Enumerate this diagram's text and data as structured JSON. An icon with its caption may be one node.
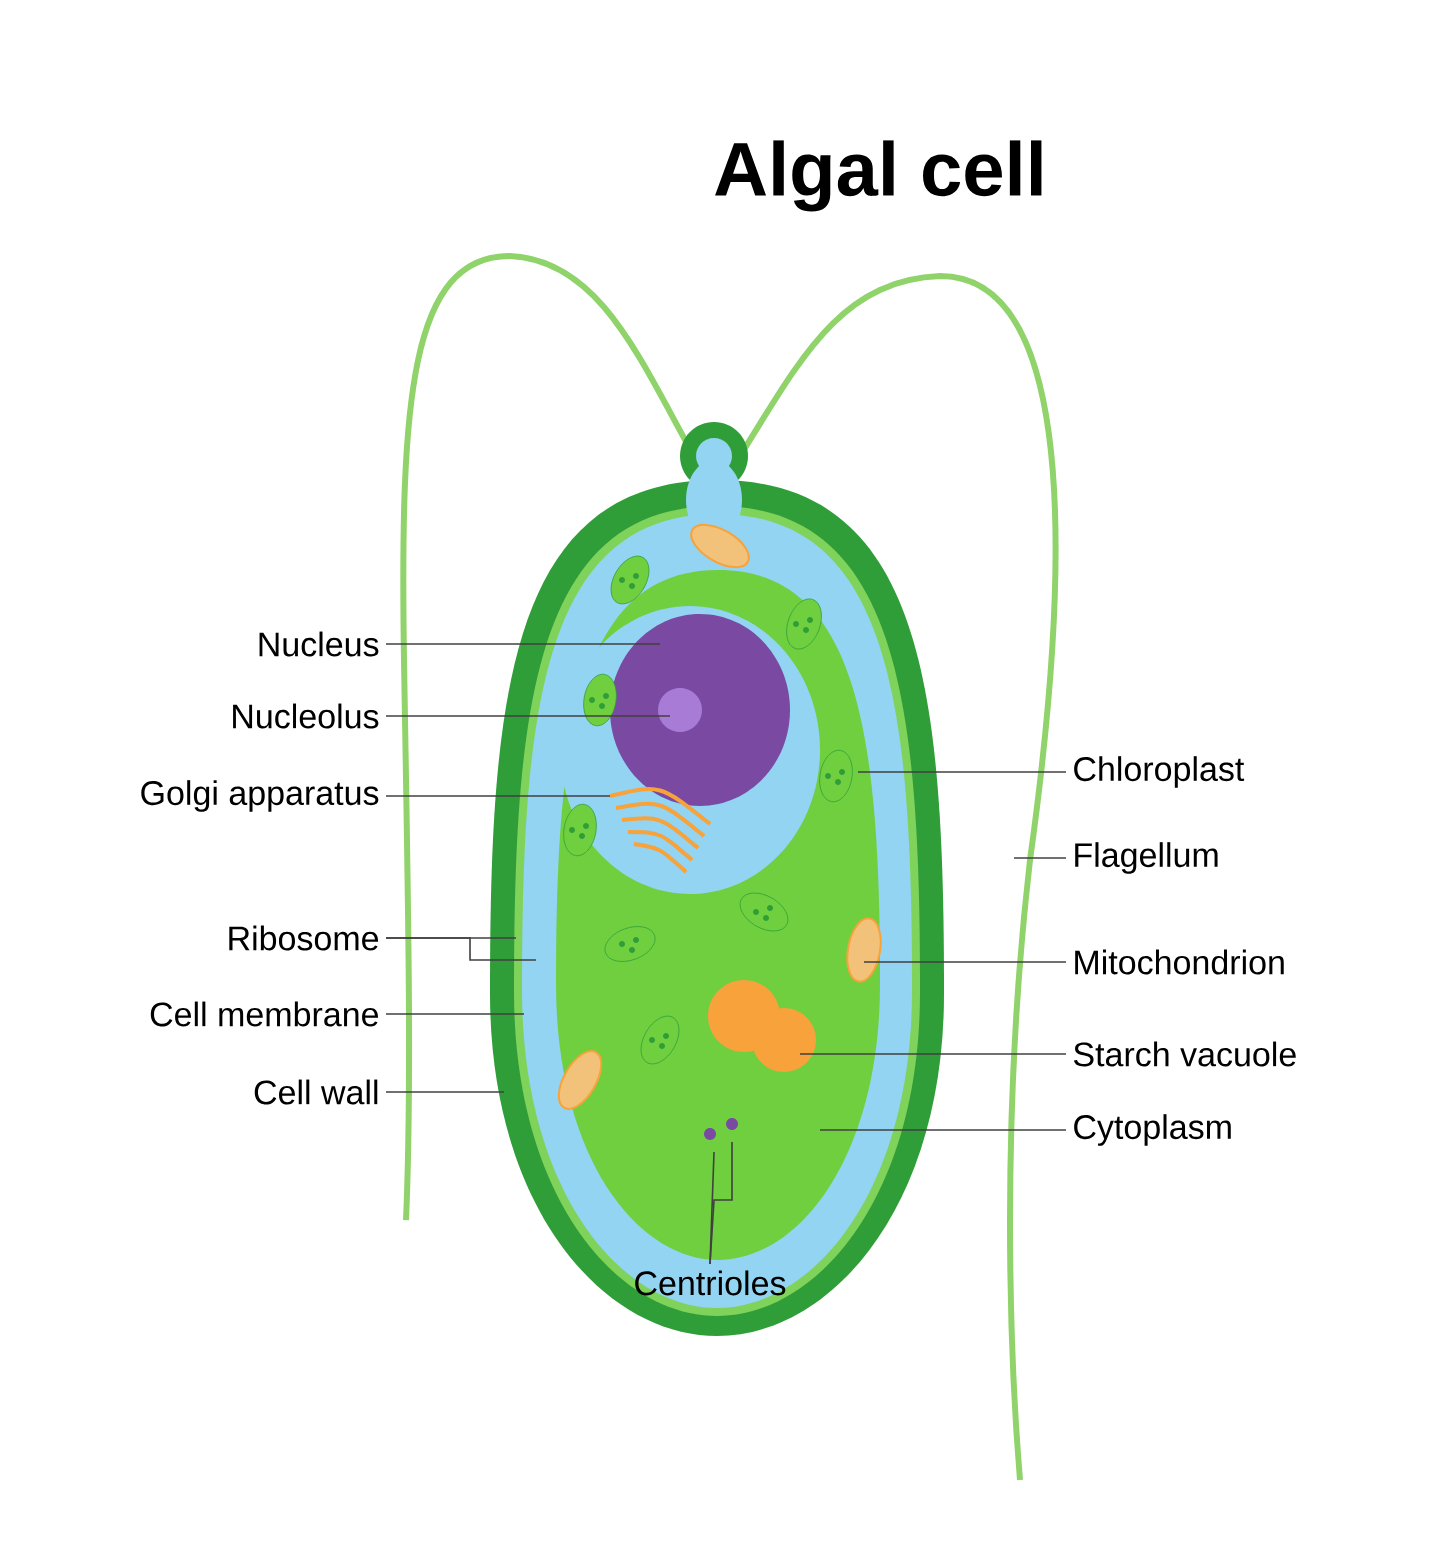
{
  "diagram": {
    "title": "Algal cell",
    "nodes": [
      {
        "text": [
          "Nucleus"
        ]
      },
      {
        "text": [
          "Nucleolus"
        ]
      },
      {
        "text": [
          "Chloroplast"
        ]
      },
      {
        "text": [
          "Golgi apparatus"
        ]
      },
      {
        "text": [
          "Flagellum"
        ]
      },
      {
        "text": [
          "Ribosome"
        ]
      },
      {
        "text": [
          "Mitochondrion"
        ]
      },
      {
        "text": [
          "Cell membrane"
        ]
      },
      {
        "text": [
          "Starch vacuole"
        ]
      },
      {
        "text": [
          "Cell wall"
        ]
      },
      {
        "text": [
          "Cytoplasm"
        ]
      },
      {
        "text": [
          "Centrioles"
        ]
      }
    ],
    "edges": [
      {
        "from": 0,
        "to": null,
        "arrow": "none"
      },
      {
        "from": 1,
        "to": null,
        "arrow": "none"
      },
      {
        "from": 2,
        "to": null,
        "arrow": "none"
      },
      {
        "from": 3,
        "to": null,
        "arrow": "none"
      },
      {
        "from": 4,
        "to": null,
        "arrow": "none"
      },
      {
        "from": 5,
        "to": null,
        "arrow": "none"
      },
      {
        "from": 5,
        "to": null,
        "arrow": "none"
      },
      {
        "from": 6,
        "to": null,
        "arrow": "none"
      },
      {
        "from": 7,
        "to": null,
        "arrow": "none"
      },
      {
        "from": 8,
        "to": null,
        "arrow": "none"
      },
      {
        "from": 9,
        "to": null,
        "arrow": "none"
      },
      {
        "from": 10,
        "to": null,
        "arrow": "none"
      },
      {
        "from": 11,
        "to": null,
        "arrow": "none"
      },
      {
        "from": 11,
        "to": null,
        "arrow": "none"
      }
    ]
  }
}
